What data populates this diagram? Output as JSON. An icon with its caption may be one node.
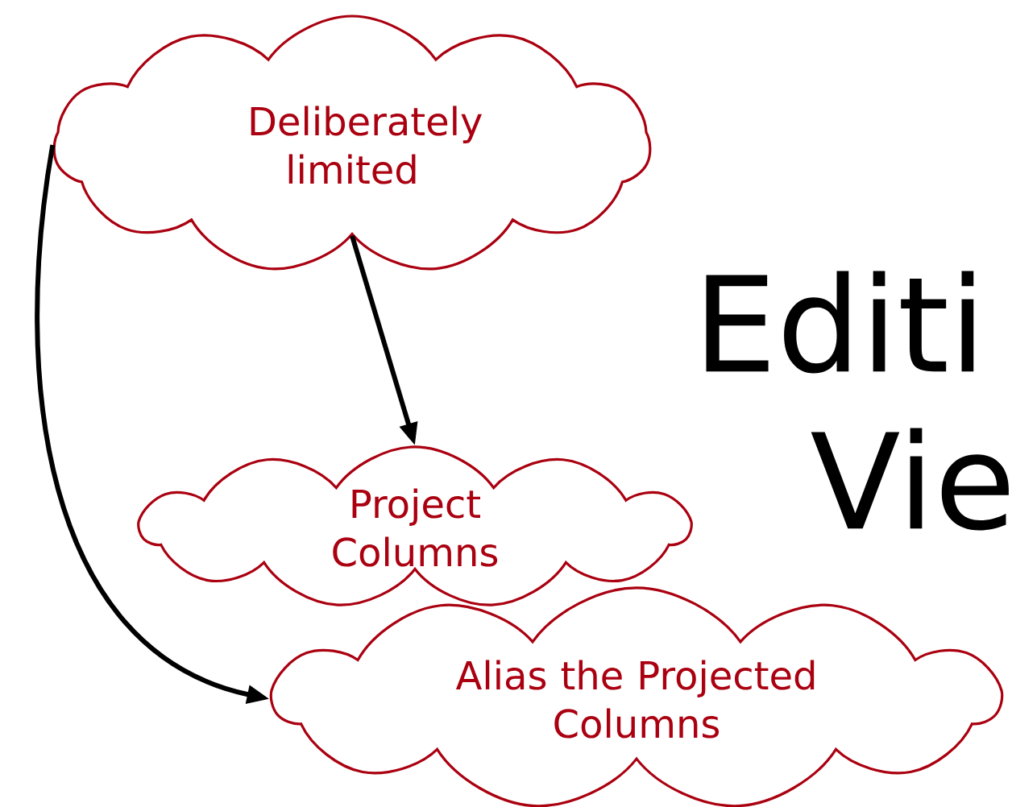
{
  "diagram": {
    "nodes": [
      {
        "text": [
          "Deliberately limited"
        ]
      },
      {
        "text": [
          "Project Columns"
        ]
      },
      {
        "text": [
          "Alias the Projected Columns"
        ]
      }
    ],
    "edges": [
      {
        "from": 0,
        "to": 1,
        "arrow": "to"
      },
      {
        "from": 0,
        "to": 2,
        "arrow": "to"
      }
    ],
    "labels": [
      "Editi",
      "Vie"
    ]
  }
}
